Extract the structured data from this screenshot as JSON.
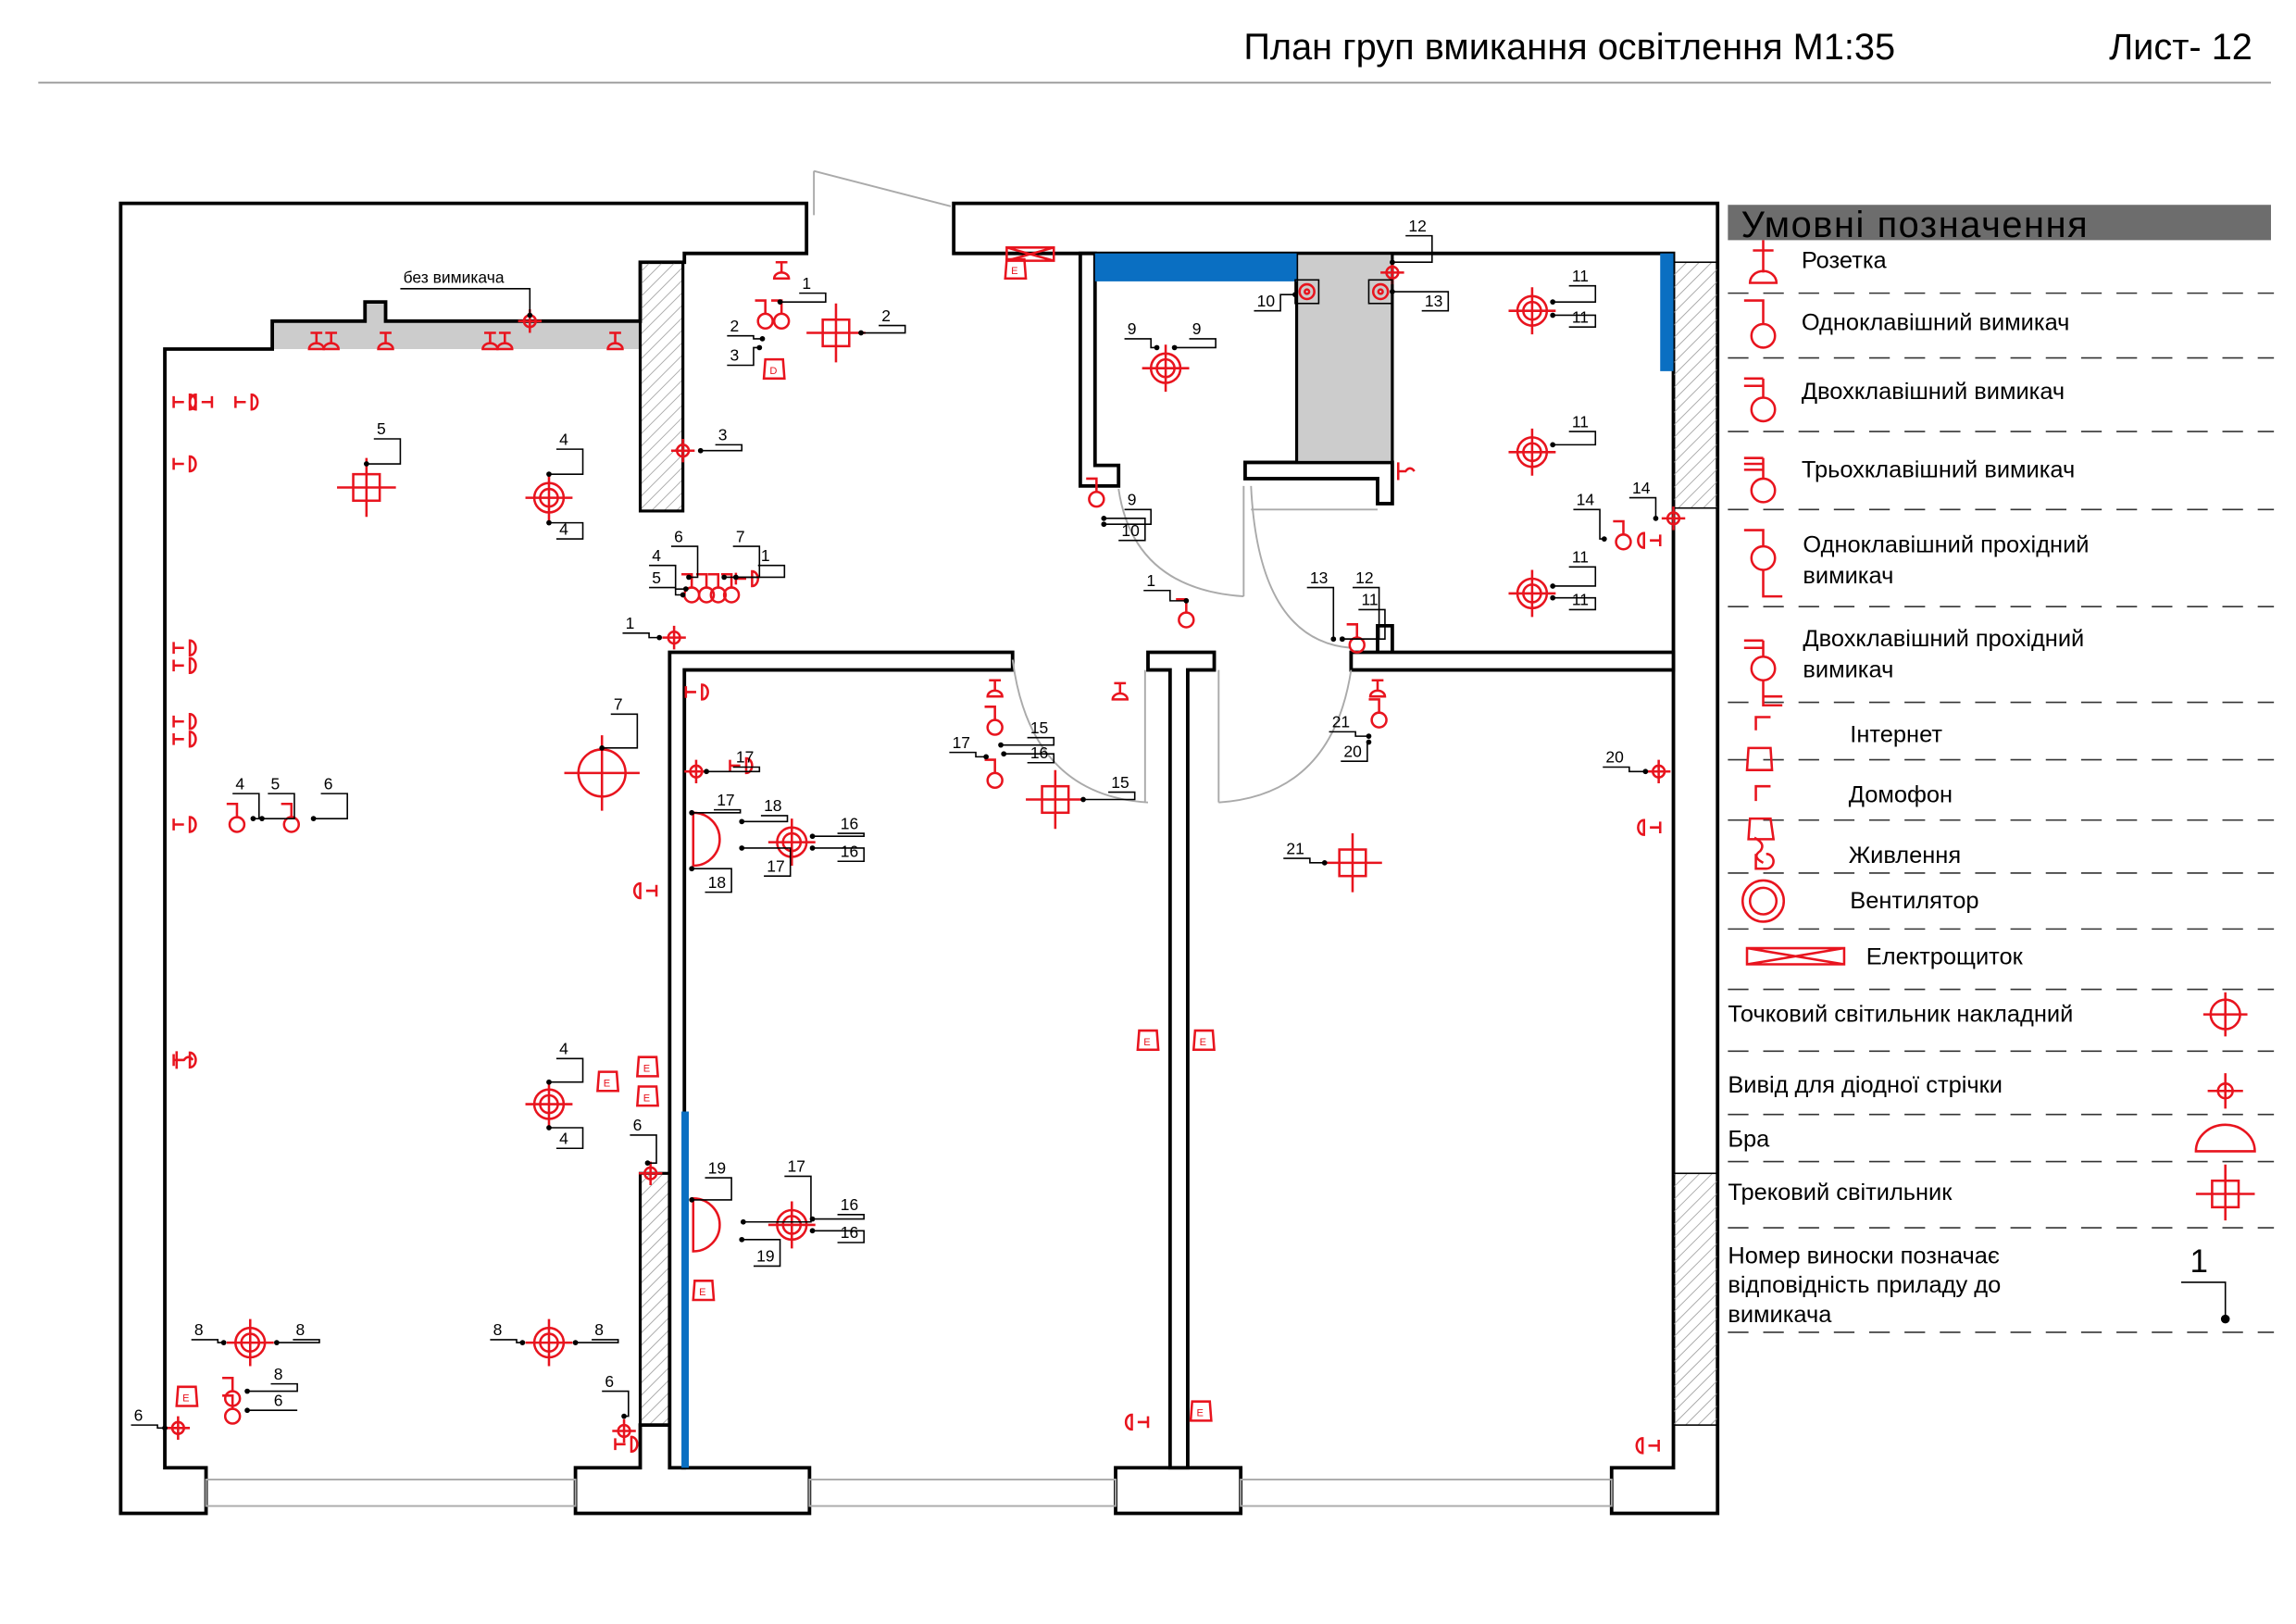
{
  "header": {
    "title": "План груп вмикання освітлення М1:35",
    "sheet": "Лист- 12"
  },
  "plan": {
    "no_switch_label": "без вимикача",
    "callouts": [
      "1",
      "2",
      "3",
      "2",
      "3",
      "5",
      "4",
      "4",
      "6",
      "7",
      "4",
      "5",
      "1",
      "1",
      "7",
      "4",
      "5",
      "6",
      "4",
      "4",
      "6",
      "8",
      "8",
      "8",
      "8",
      "8",
      "6",
      "6",
      "6",
      "17",
      "17",
      "18",
      "16",
      "16",
      "17",
      "18",
      "19",
      "17",
      "16",
      "16",
      "19",
      "17",
      "15",
      "16",
      "15",
      "9",
      "9",
      "10",
      "13",
      "12",
      "9",
      "10",
      "1",
      "13",
      "12",
      "11",
      "11",
      "11",
      "11",
      "14",
      "14",
      "11",
      "11",
      "21",
      "20",
      "20",
      "21"
    ]
  },
  "legend": {
    "title": "Умовні позначення",
    "items": [
      {
        "label": "Розетка"
      },
      {
        "label": "Одноклавішний вимикач"
      },
      {
        "label": "Двохклавішний вимикач"
      },
      {
        "label": "Трьохклавішний вимикач"
      },
      {
        "line1": "Одноклавішний прохідний",
        "line2": "вимикач"
      },
      {
        "line1": "Двохклавішний прохідний",
        "line2": "вимикач"
      },
      {
        "label": "Інтернет",
        "glyph": "E"
      },
      {
        "label": "Домофон",
        "glyph": "D"
      },
      {
        "label": "Живлення"
      },
      {
        "label": "Вентилятор"
      },
      {
        "label": "Електрощиток"
      },
      {
        "label": "Точковий світильник накладний"
      },
      {
        "label": "Вивід для діодної стрічки"
      },
      {
        "label": "Бра"
      },
      {
        "label": "Трековий світильник"
      },
      {
        "line1": "Номер виноски позначає",
        "line2": "відповідність приладу до",
        "line3": "вимикача",
        "sample": "1"
      }
    ]
  },
  "colors": {
    "symbol": "#e8141e",
    "strip": "#0a6fc2",
    "header_bar": "#6d6d6d",
    "fill_gray": "#cccccc"
  }
}
